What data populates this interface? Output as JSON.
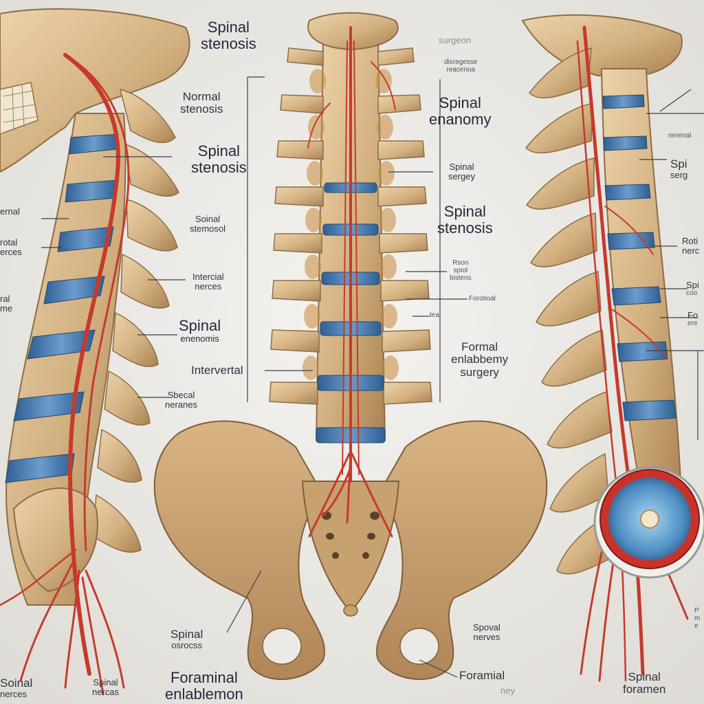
{
  "labels": {
    "title_left": [
      "Spinal",
      "stenosis"
    ],
    "normal_stenosis": [
      "Normal",
      "stenosis"
    ],
    "spinal_stenosis_a": [
      "Spinal",
      "stenosis"
    ],
    "soinal_stenosis": [
      "Soinal",
      "stemosol"
    ],
    "intercial_nerces": [
      "Intercial",
      "nerces"
    ],
    "spinal_enenomis": [
      "Spinal",
      "enenomis"
    ],
    "intervertal": "Intervertal",
    "sbecal_neranes": [
      "Sbecal",
      "neranes"
    ],
    "spinal_osrocss": [
      "Spinal",
      "osrocss"
    ],
    "foraminal_enlablemon": [
      "Foraminal",
      "enlablemon"
    ],
    "soinal_nerces_bottom": [
      "Soinal",
      "nerces"
    ],
    "spinal_nercas_bottom": [
      "Spinal",
      "nercas"
    ],
    "left_ernal": "ernal",
    "left_rotal": [
      "rotal",
      "erces"
    ],
    "left_ral": [
      "ral",
      "me"
    ],
    "surgeon_faint": "surgeon",
    "small_top": [
      "disregesse",
      "reacenoa"
    ],
    "spinal_enanomy": [
      "Spinal",
      "enanomy"
    ],
    "spinal_sergey": [
      "Spinal",
      "sergey"
    ],
    "spinal_stenosis_b": [
      "Spinal",
      "stenosis"
    ],
    "tiny_mid": [
      "Rson",
      "spiol",
      "bistens"
    ],
    "forotioal": "Forotioal",
    "tiny_teal": "teal",
    "formal_surgery": [
      "Formal",
      "enlabbemy",
      "surgery"
    ],
    "spoval_nerves": [
      "Spoval",
      "nerves"
    ],
    "foramial": "Foramial",
    "ney_faint": "ney",
    "spinal_foramen": [
      "Spinal",
      "foramen"
    ],
    "right_nerenal": "nerenal",
    "right_spi_serg": [
      "Spi",
      "serg"
    ],
    "right_roti_nerc": [
      "Roti",
      "nerc"
    ],
    "right_spi_coo": [
      "Spi",
      "coo"
    ],
    "right_fo_ere": [
      "Fo",
      "ere"
    ],
    "right_p_m_e": [
      "P",
      "m",
      "e"
    ]
  },
  "colors": {
    "background": "#eceae6",
    "bone": "#d9b98d",
    "bone_shadow": "#a9844f",
    "disc": "#4f7fb3",
    "nerve": "#c63a2c",
    "leader": "#3a3f47"
  }
}
